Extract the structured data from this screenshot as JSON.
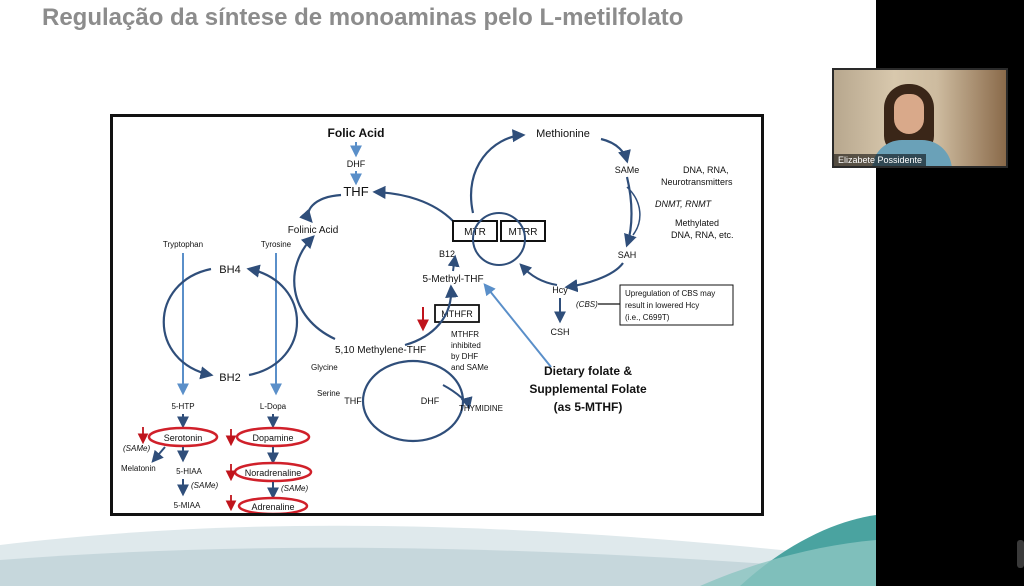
{
  "slide": {
    "title": "Regulação da síntese de monoaminas pelo L-metilfolato"
  },
  "figure": {
    "folic_acid": "Folic Acid",
    "dhf_top": "DHF",
    "thf_top": "THF",
    "folinic_acid": "Folinic Acid",
    "methionine": "Methionine",
    "same": "SAMe",
    "dna_rna_neuro": [
      "DNA, RNA,",
      "Neurotransmitters"
    ],
    "dnmt_rnmt": "DNMT, RNMT",
    "methylated": [
      "Methylated",
      "DNA, RNA, etc."
    ],
    "sah": "SAH",
    "mtr": "MTR",
    "mtrr": "MTRR",
    "b12": "B12",
    "methyl_thf": "5-Methyl-THF",
    "hcy": "Hcy",
    "cbs": "(CBS)",
    "csh": "CSH",
    "cbs_note": [
      "Upregulation of CBS may",
      "result in lowered Hcy",
      "(i.e., C699T)"
    ],
    "mthfr": "MTHFR",
    "mthfr_note": [
      "MTHFR",
      "inhibited",
      "by DHF",
      "and SAMe"
    ],
    "methylene_thf": "5,10 Methylene-THF",
    "glycine": "Glycine",
    "serine": "Serine",
    "thf_bottom": "THF",
    "dhf_bottom": "DHF",
    "thymidine": "THYMIDINE",
    "dietary_folate": [
      "Dietary folate &",
      "Supplemental Folate",
      "(as 5-MTHF)"
    ],
    "tryptophan": "Tryptophan",
    "tyrosine": "Tyrosine",
    "bh4": "BH4",
    "bh2": "BH2",
    "htp": "5-HTP",
    "ldopa": "L-Dopa",
    "serotonin": "Serotonin",
    "dopamine": "Dopamine",
    "noradrenaline": "Noradrenaline",
    "adrenaline": "Adrenaline",
    "same_paren": "(SAMe)",
    "melatonin": "Melatonin",
    "hiaa": "5-HIAA",
    "miaa": "5-MIAA",
    "colors": {
      "arrow_dark": "#2f4e7a",
      "arrow_light": "#5a8fc9",
      "highlight_red": "#d0202a",
      "down_arrow_red": "#c0141c"
    }
  },
  "participant": {
    "name": "Elizabete Possidente"
  }
}
